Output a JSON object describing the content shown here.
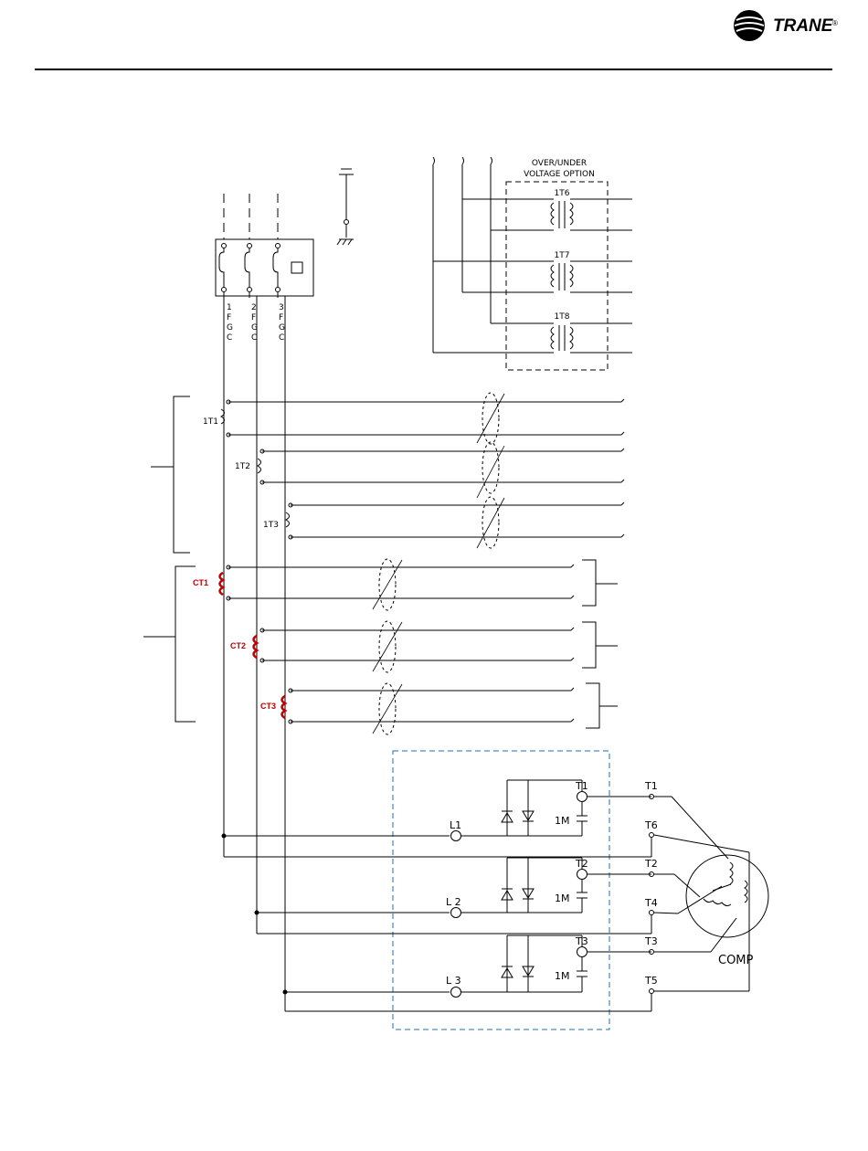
{
  "brand": {
    "logo_text": "TRANE",
    "registered": "®"
  },
  "option_box": {
    "title_line1": "OVER/UNDER",
    "title_line2": "VOLTAGE OPTION",
    "transformers": [
      "1T6",
      "1T7",
      "1T8"
    ]
  },
  "fuses": {
    "columns": [
      [
        "1",
        "F",
        "G",
        "C"
      ],
      [
        "2",
        "F",
        "G",
        "C"
      ],
      [
        "3",
        "F",
        "G",
        "C"
      ]
    ]
  },
  "current_transformers": [
    "1T1",
    "1T2",
    "1T3"
  ],
  "ct_red": [
    "CT1",
    "CT2",
    "CT3"
  ],
  "starter": {
    "line_terminals": [
      "L1",
      "L 2",
      "L 3"
    ],
    "output_terminals": [
      "T1",
      "T2",
      "T3"
    ],
    "contactor_labels": [
      "1M",
      "1M",
      "1M"
    ]
  },
  "motor": {
    "terminals": [
      "T1",
      "T6",
      "T2",
      "T4",
      "T3",
      "T5"
    ],
    "label": "COMP"
  }
}
